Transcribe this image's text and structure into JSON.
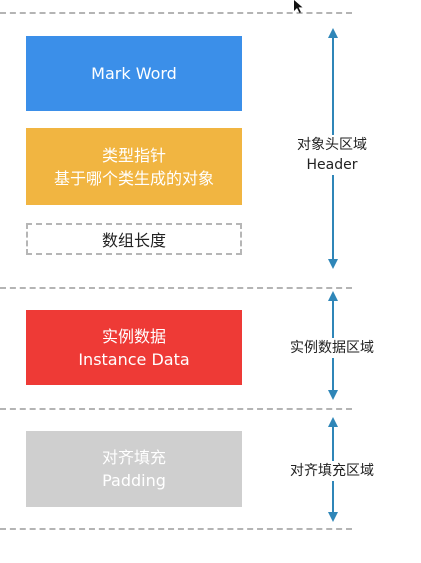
{
  "blocks": {
    "mark_word": {
      "line1": "Mark Word",
      "color": "#3b8fe9"
    },
    "type_pointer": {
      "line1": "类型指针",
      "line2": "基于哪个类生成的对象",
      "color": "#f1b541"
    },
    "array_length": {
      "line1": "数组长度"
    },
    "instance_data": {
      "line1": "实例数据",
      "line2": "Instance Data",
      "color": "#ee3a36"
    },
    "padding": {
      "line1": "对齐填充",
      "line2": "Padding",
      "color": "#cfcfcf"
    }
  },
  "regions": {
    "header": {
      "line1": "对象头区域",
      "line2": "Header"
    },
    "instance": {
      "line1": "实例数据区域"
    },
    "padding": {
      "line1": "对齐填充区域"
    }
  },
  "arrow_color": "#2f86b8",
  "icons": [
    "mouse-cursor-icon"
  ]
}
